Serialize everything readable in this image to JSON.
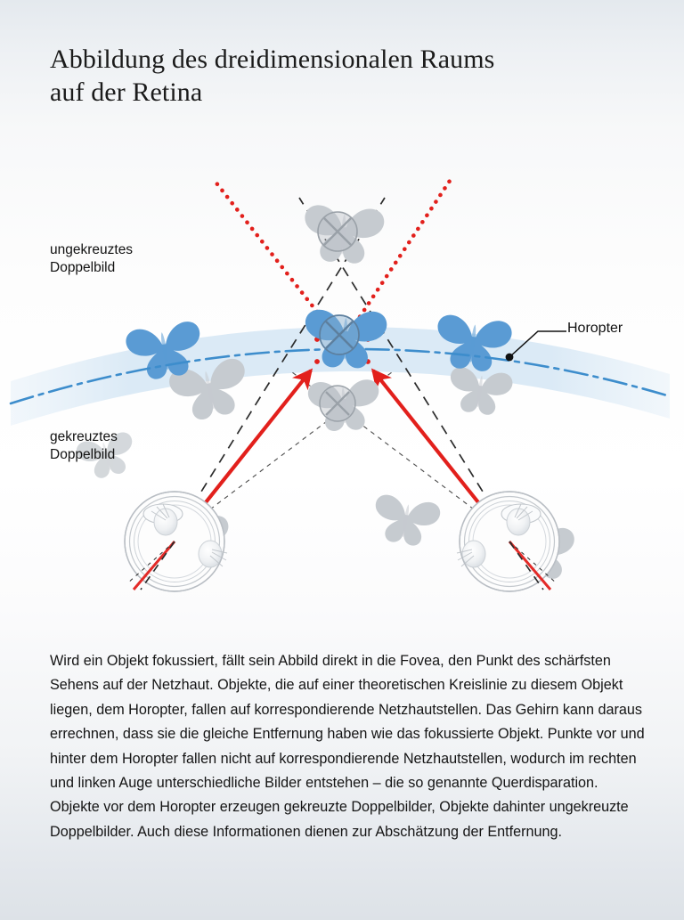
{
  "title": {
    "line1": "Abbildung des dreidimensionalen Raums",
    "line2": "auf der Retina"
  },
  "diagram": {
    "labels": {
      "uncrossed_line1": "ungekreuztes",
      "uncrossed_line2": "Doppelbild",
      "crossed_line1": "gekreuztes",
      "crossed_line2": "Doppelbild",
      "horopter": "Horopter"
    },
    "colors": {
      "accent_red": "#e2201c",
      "horopter_line": "#3d8dcc",
      "horopter_band": "#dbeaf6",
      "butterfly_blue": "#5a9bd4",
      "butterfly_gray": "#c6cbd0",
      "sight_line": "#2b2b2b",
      "eye_outline": "#b9bec4"
    },
    "elements": {
      "horopter_band": "arc band through fixation point",
      "horopter_line": "blue dash-dot arc",
      "fixation_markers": "circle-with-x markers on butterflies",
      "red_solid_rays": "2 solid red arrows from eyes to fixation point",
      "red_dotted_rays": "2 dotted red lines diverging upward",
      "dashed_sight_lines": "black dashed visual axes crossing",
      "eyes": "two eyeball cross-sections at bottom",
      "butterflies_blue_count": 3,
      "butterflies_gray_count": 9
    }
  },
  "body": {
    "text": "Wird ein Objekt fokussiert, fällt sein Abbild direkt in die Fovea, den Punkt des schärfsten Sehens auf der Netzhaut. Objekte, die auf einer theoretischen Kreislinie zu diesem Objekt liegen, dem Horopter, fallen auf korrespondierende Netzhautstellen. Das Gehirn kann daraus errechnen, dass sie die gleiche Entfernung haben wie das fokussierte Objekt. Punkte vor und hinter dem Horopter fallen nicht auf korrespondierende Netzhautstellen, wodurch im rechten  und linken Auge unterschiedliche Bilder entstehen – die so genannte Querdisparation. Objekte vor dem Horopter erzeugen gekreuzte Doppelbilder, Objekte dahinter ungekreuzte Doppelbilder. Auch diese Informationen dienen zur Abschätzung der Entfernung."
  }
}
